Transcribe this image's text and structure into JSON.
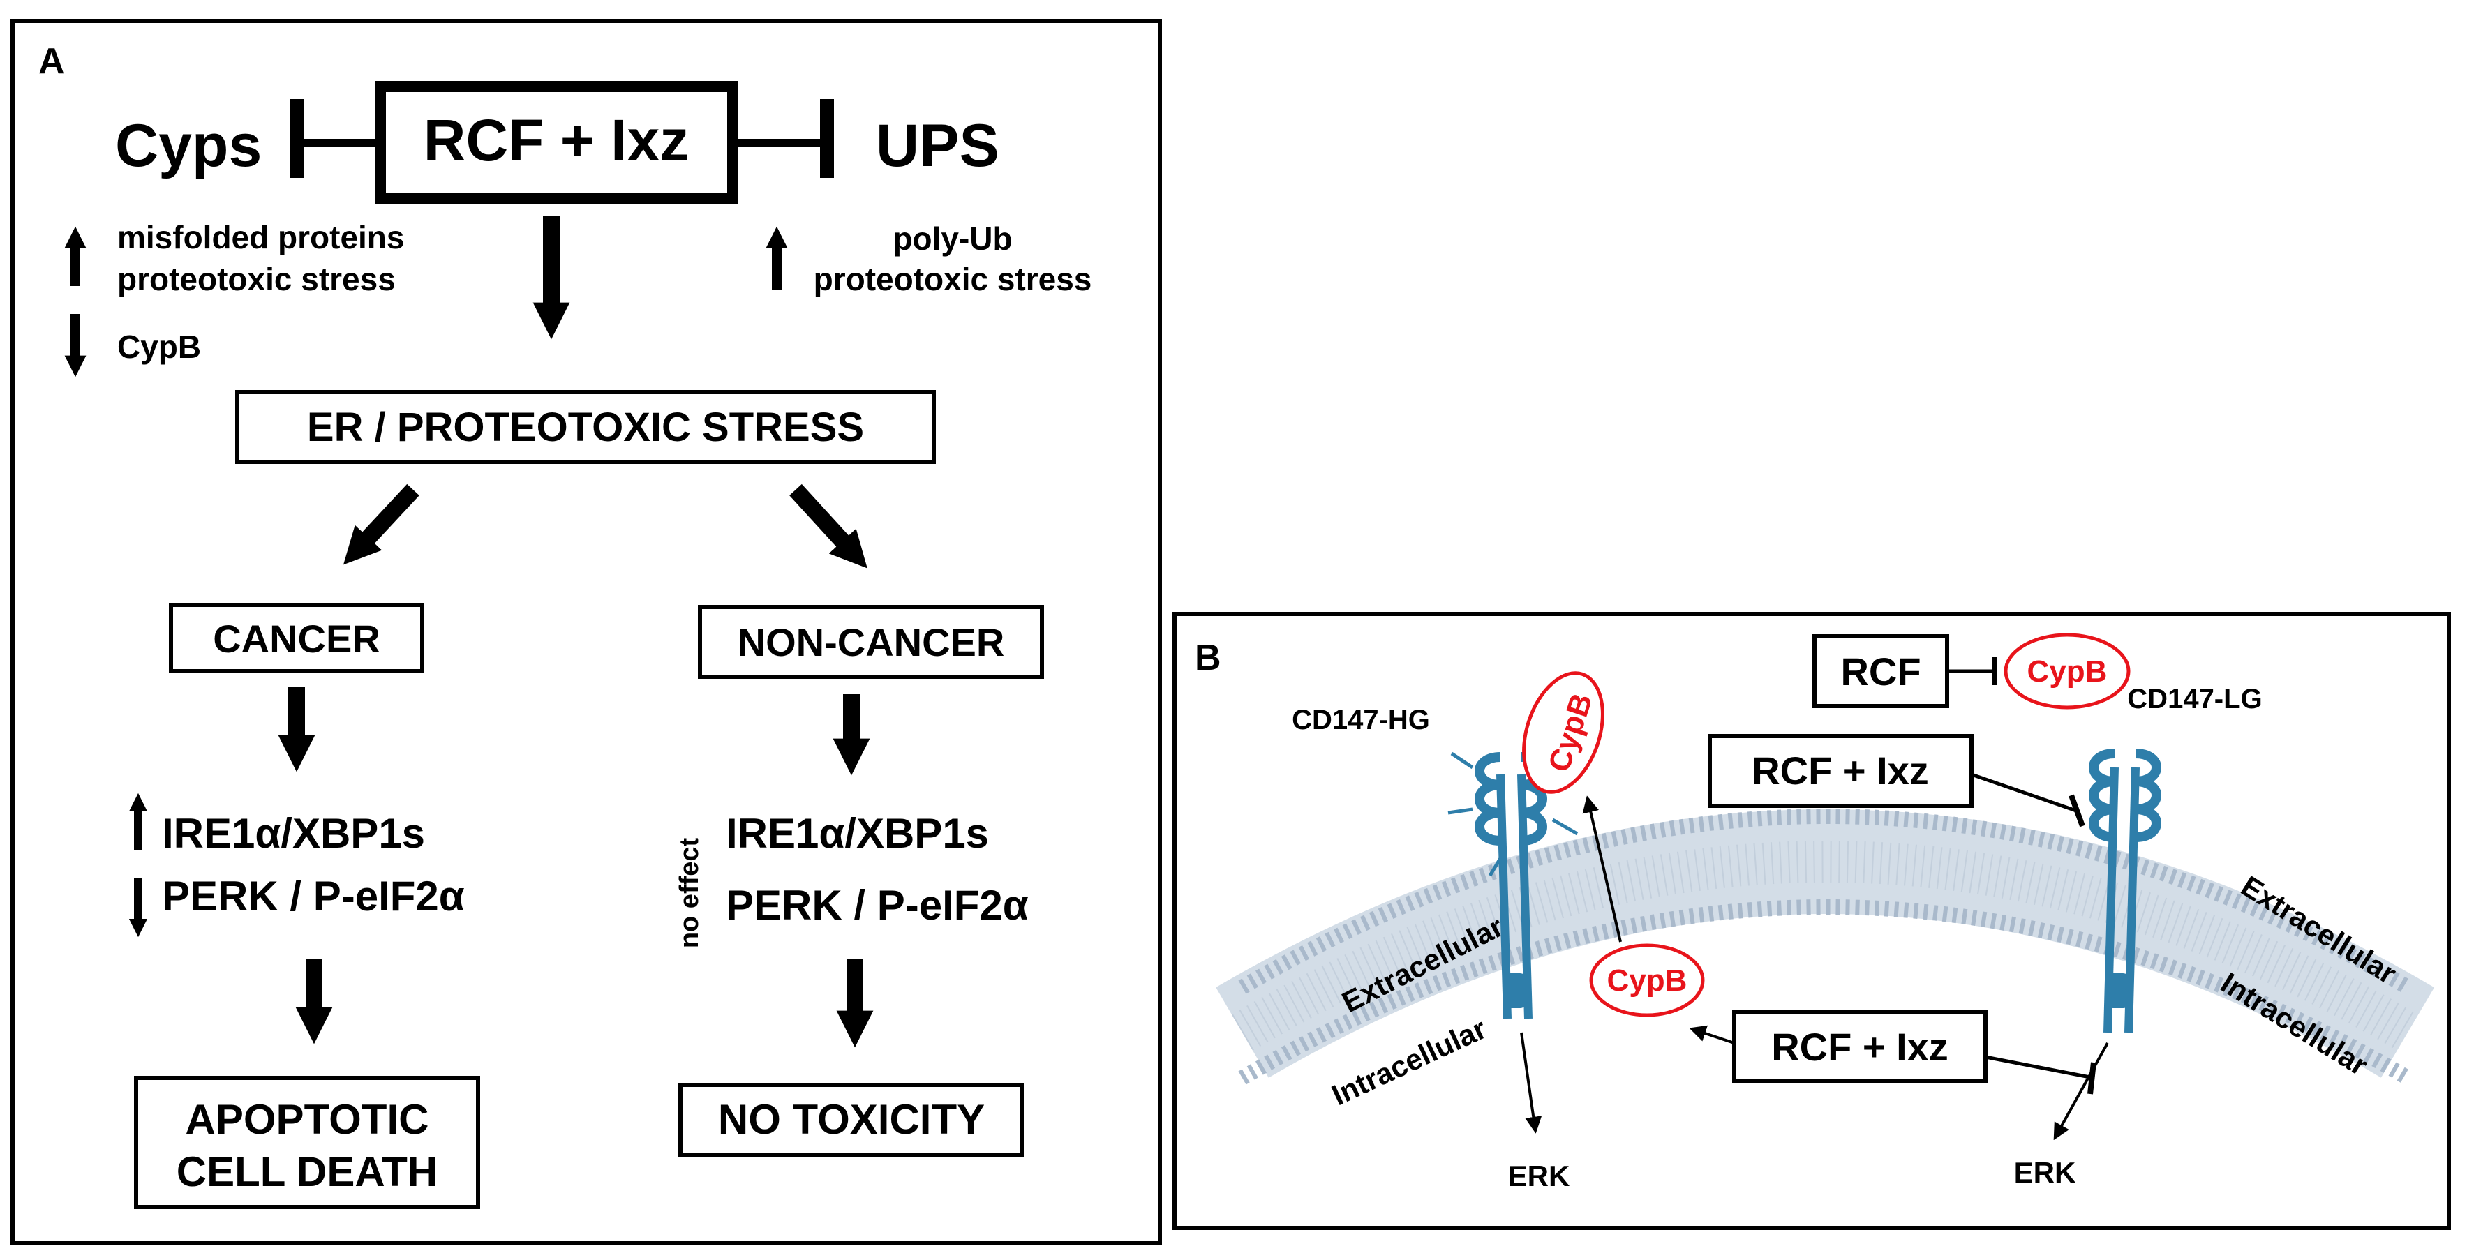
{
  "panel_a": {
    "label": "A",
    "center": "RCF + Ixz",
    "left_target": "Cyps",
    "right_target": "UPS",
    "left_effects": {
      "line1": "misfolded proteins",
      "line2": "proteotoxic stress",
      "line3": "CypB"
    },
    "right_effects": {
      "line1": "poly-Ub",
      "line2": "proteotoxic stress"
    },
    "stress": "ER / PROTEOTOXIC STRESS",
    "cancer": {
      "title": "CANCER",
      "marker1": "IRE1α/XBP1s",
      "marker2": "PERK / P-eIF2α",
      "outcome_line1": "APOPTOTIC",
      "outcome_line2": "CELL DEATH"
    },
    "noncancer": {
      "title": "NON-CANCER",
      "note": "no effect",
      "marker1": "IRE1α/XBP1s",
      "marker2": "PERK / P-eIF2α",
      "outcome": "NO TOXICITY"
    }
  },
  "panel_b": {
    "label": "B",
    "rcf": "RCF",
    "cypb": "CypB",
    "combo_top": "RCF + Ixz",
    "combo_bottom": "RCF + Ixz",
    "hg": "CD147-HG",
    "lg": "CD147-LG",
    "extra_left": "Extracellular",
    "intra_left": "Intracellular",
    "extra_right": "Extracellular",
    "intra_right": "Intracellular",
    "erk_left": "ERK",
    "erk_right": "ERK",
    "colors": {
      "cypb_red": "#e8141b",
      "receptor": "#2e7eaa",
      "membrane": "#c9d6e2"
    }
  }
}
